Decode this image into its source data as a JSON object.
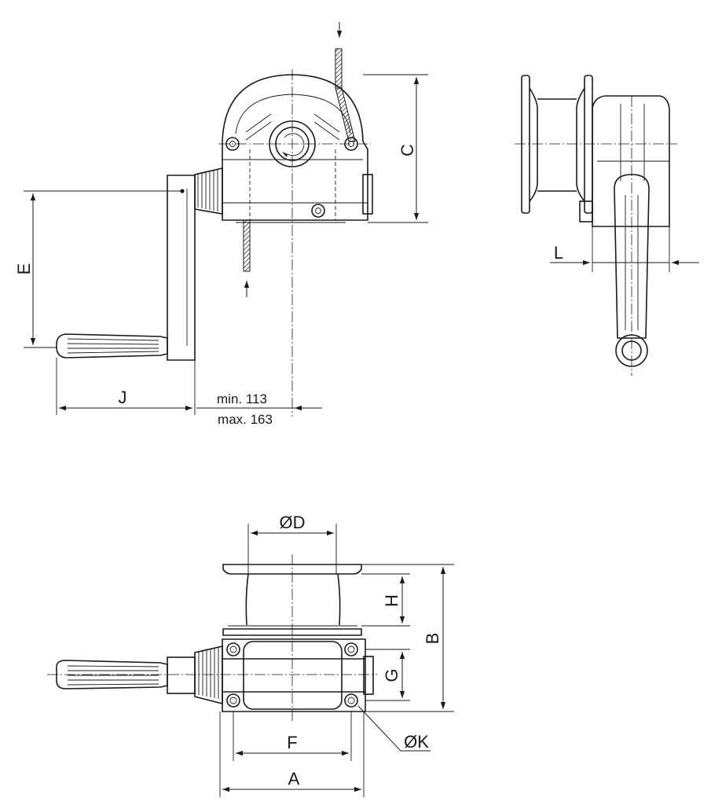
{
  "dimension_labels": {
    "c": "C",
    "e": "E",
    "j": "J",
    "l": "L",
    "d": "ØD",
    "h": "H",
    "b": "B",
    "g": "G",
    "f": "F",
    "a": "A",
    "k": "ØK"
  },
  "offset_note": {
    "min": "min. 113",
    "max": "max. 163"
  },
  "colors": {
    "line": "#1a1a1a",
    "background": "#ffffff"
  }
}
